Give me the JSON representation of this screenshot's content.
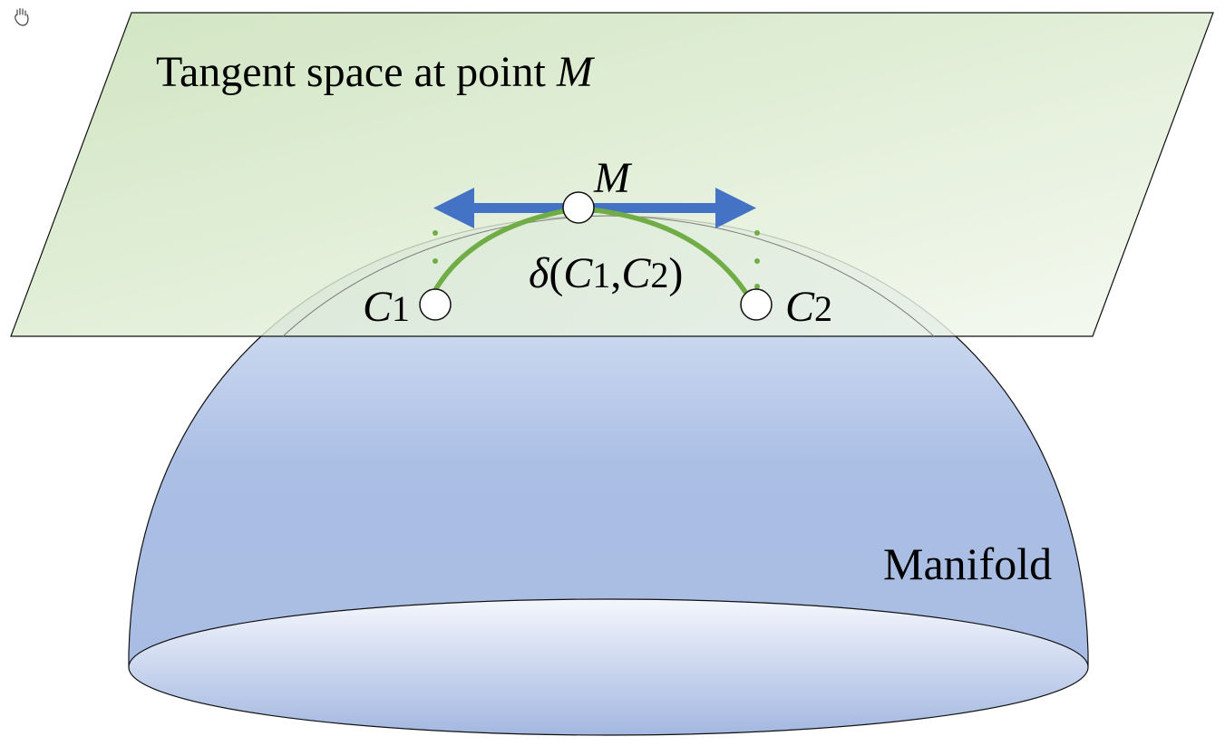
{
  "labels": {
    "tangent_title": "Tangent space at point ",
    "tangent_point": "M",
    "point_m": "M",
    "c1_main": "C",
    "c1_sub": "1",
    "c2_main": "C",
    "c2_sub": "2",
    "distance_delta": "δ",
    "distance_open": "(",
    "distance_c1_main": "C",
    "distance_c1_sub": "1",
    "distance_comma": ",",
    "distance_c2_main": "C",
    "distance_c2_sub": "2",
    "distance_close": ")",
    "manifold": "Manifold"
  },
  "icons": {
    "cursor": "hand-cursor-icon"
  },
  "colors": {
    "plane_dark": "#c6dfb4",
    "plane_light": "#f3f8ee",
    "dome_top": "#dde6f5",
    "dome_mid": "#aabee4",
    "base_light": "#f2f5fc",
    "base_dark": "#a4b8e1",
    "arrow": "#4472c4",
    "geodesic": "#70ad47"
  }
}
